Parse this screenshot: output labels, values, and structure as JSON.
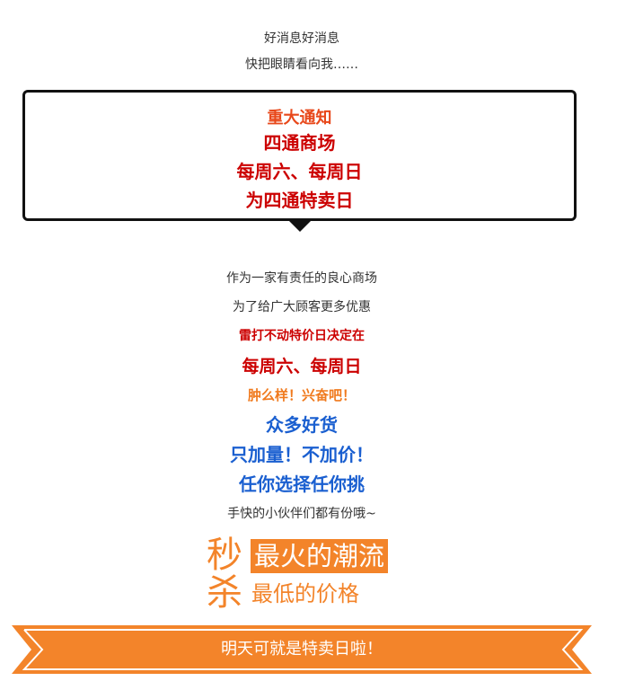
{
  "intro": {
    "line1": "好消息好消息",
    "line2": "快把眼睛看向我……"
  },
  "notice": {
    "heading": "重大通知",
    "line1": "四通商场",
    "line2": "每周六、每周日",
    "line3": "为四通特卖日"
  },
  "body": {
    "line1": "作为一家有责任的良心商场",
    "line2": "为了给广大顾客更多优惠",
    "line3": "雷打不动特价日决定在",
    "line4": "每周六、每周日",
    "line5": "肿么样！兴奋吧！",
    "line6": "众多好货",
    "line7": "只加量！不加价！",
    "line8": "任你选择任你挑",
    "line9": "手快的小伙伴们都有份哦~"
  },
  "miaosha": {
    "char1": "秒",
    "char2": "杀",
    "highlight": "最火的潮流",
    "plain": "最低的价格"
  },
  "ribbon": {
    "text": "明天可就是特卖日啦！"
  },
  "colors": {
    "red": "#cc0000",
    "orange": "#f3842a",
    "blue": "#1a5fd0"
  }
}
